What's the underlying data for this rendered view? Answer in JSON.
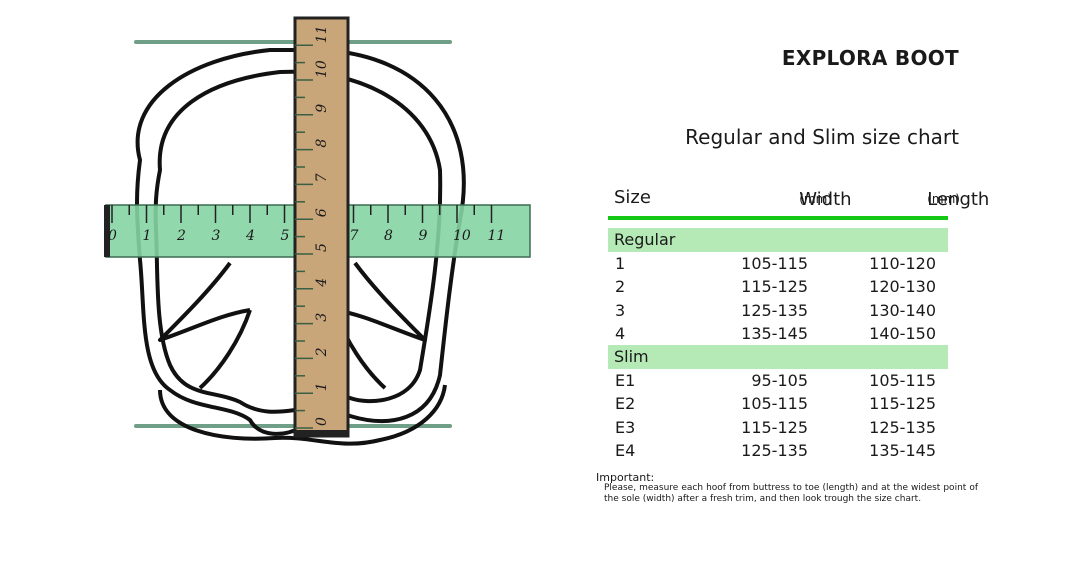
{
  "brand": "EXPLORA BOOT",
  "subtitle": "Regular and Slim size chart",
  "table": {
    "headers": {
      "size": "Size",
      "width": "Width",
      "width_unit": "(mm)",
      "length": "Length",
      "length_unit": "(mm)"
    },
    "groups": [
      {
        "name": "Regular",
        "rows": [
          {
            "size": "1",
            "width": "105-115",
            "length": "110-120"
          },
          {
            "size": "2",
            "width": "115-125",
            "length": "120-130"
          },
          {
            "size": "3",
            "width": "125-135",
            "length": "130-140"
          },
          {
            "size": "4",
            "width": "135-145",
            "length": "140-150"
          }
        ]
      },
      {
        "name": "Slim",
        "rows": [
          {
            "size": "E1",
            "width": "95-105",
            "length": "105-115"
          },
          {
            "size": "E2",
            "width": "105-115",
            "length": "115-125"
          },
          {
            "size": "E3",
            "width": "115-125",
            "length": "125-135"
          },
          {
            "size": "E4",
            "width": "125-135",
            "length": "135-145"
          }
        ]
      }
    ]
  },
  "important": {
    "title": "Important:",
    "text": "Please, measure each hoof from buttress to toe (length) and at the widest point of the sole (width) after a fresh trim, and then look trough the size chart."
  },
  "illustration": {
    "horizontal_ruler_marks": [
      "0",
      "1",
      "2",
      "3",
      "4",
      "5",
      "6",
      "7",
      "8",
      "9",
      "10",
      "11"
    ],
    "vertical_ruler_marks": [
      "0",
      "1",
      "2",
      "3",
      "4",
      "5",
      "6",
      "7",
      "8",
      "9",
      "10",
      "11"
    ],
    "colors": {
      "ruler_green": "#86d4a4",
      "ruler_wood": "#c9a57a",
      "guide_line": "#6f9f86",
      "outline": "#111111"
    }
  }
}
